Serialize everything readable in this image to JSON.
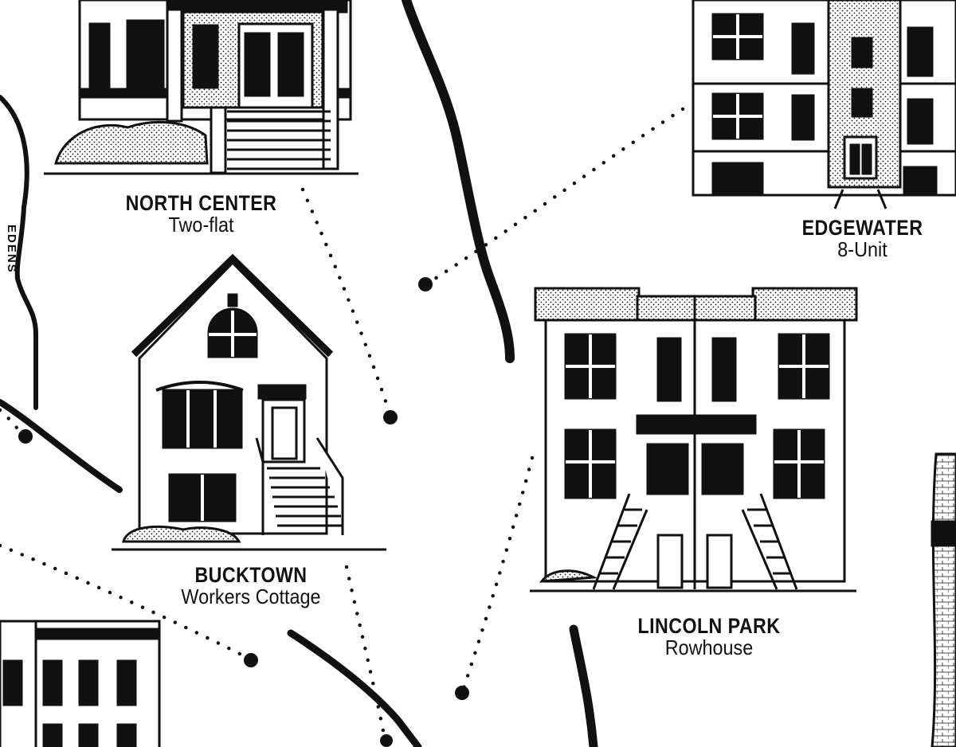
{
  "map": {
    "colors": {
      "ink": "#111111",
      "paper": "#ffffff"
    },
    "road_labels": [
      {
        "id": "edens",
        "text": "EDENS"
      }
    ],
    "neighborhoods": [
      {
        "id": "north-center",
        "name": "NORTH CENTER",
        "building_type": "Two-flat"
      },
      {
        "id": "edgewater",
        "name": "EDGEWATER",
        "building_type": "8-Unit"
      },
      {
        "id": "bucktown",
        "name": "BUCKTOWN",
        "building_type": "Workers Cottage"
      },
      {
        "id": "lincoln-park",
        "name": "LINCOLN PARK",
        "building_type": "Rowhouse"
      }
    ]
  }
}
